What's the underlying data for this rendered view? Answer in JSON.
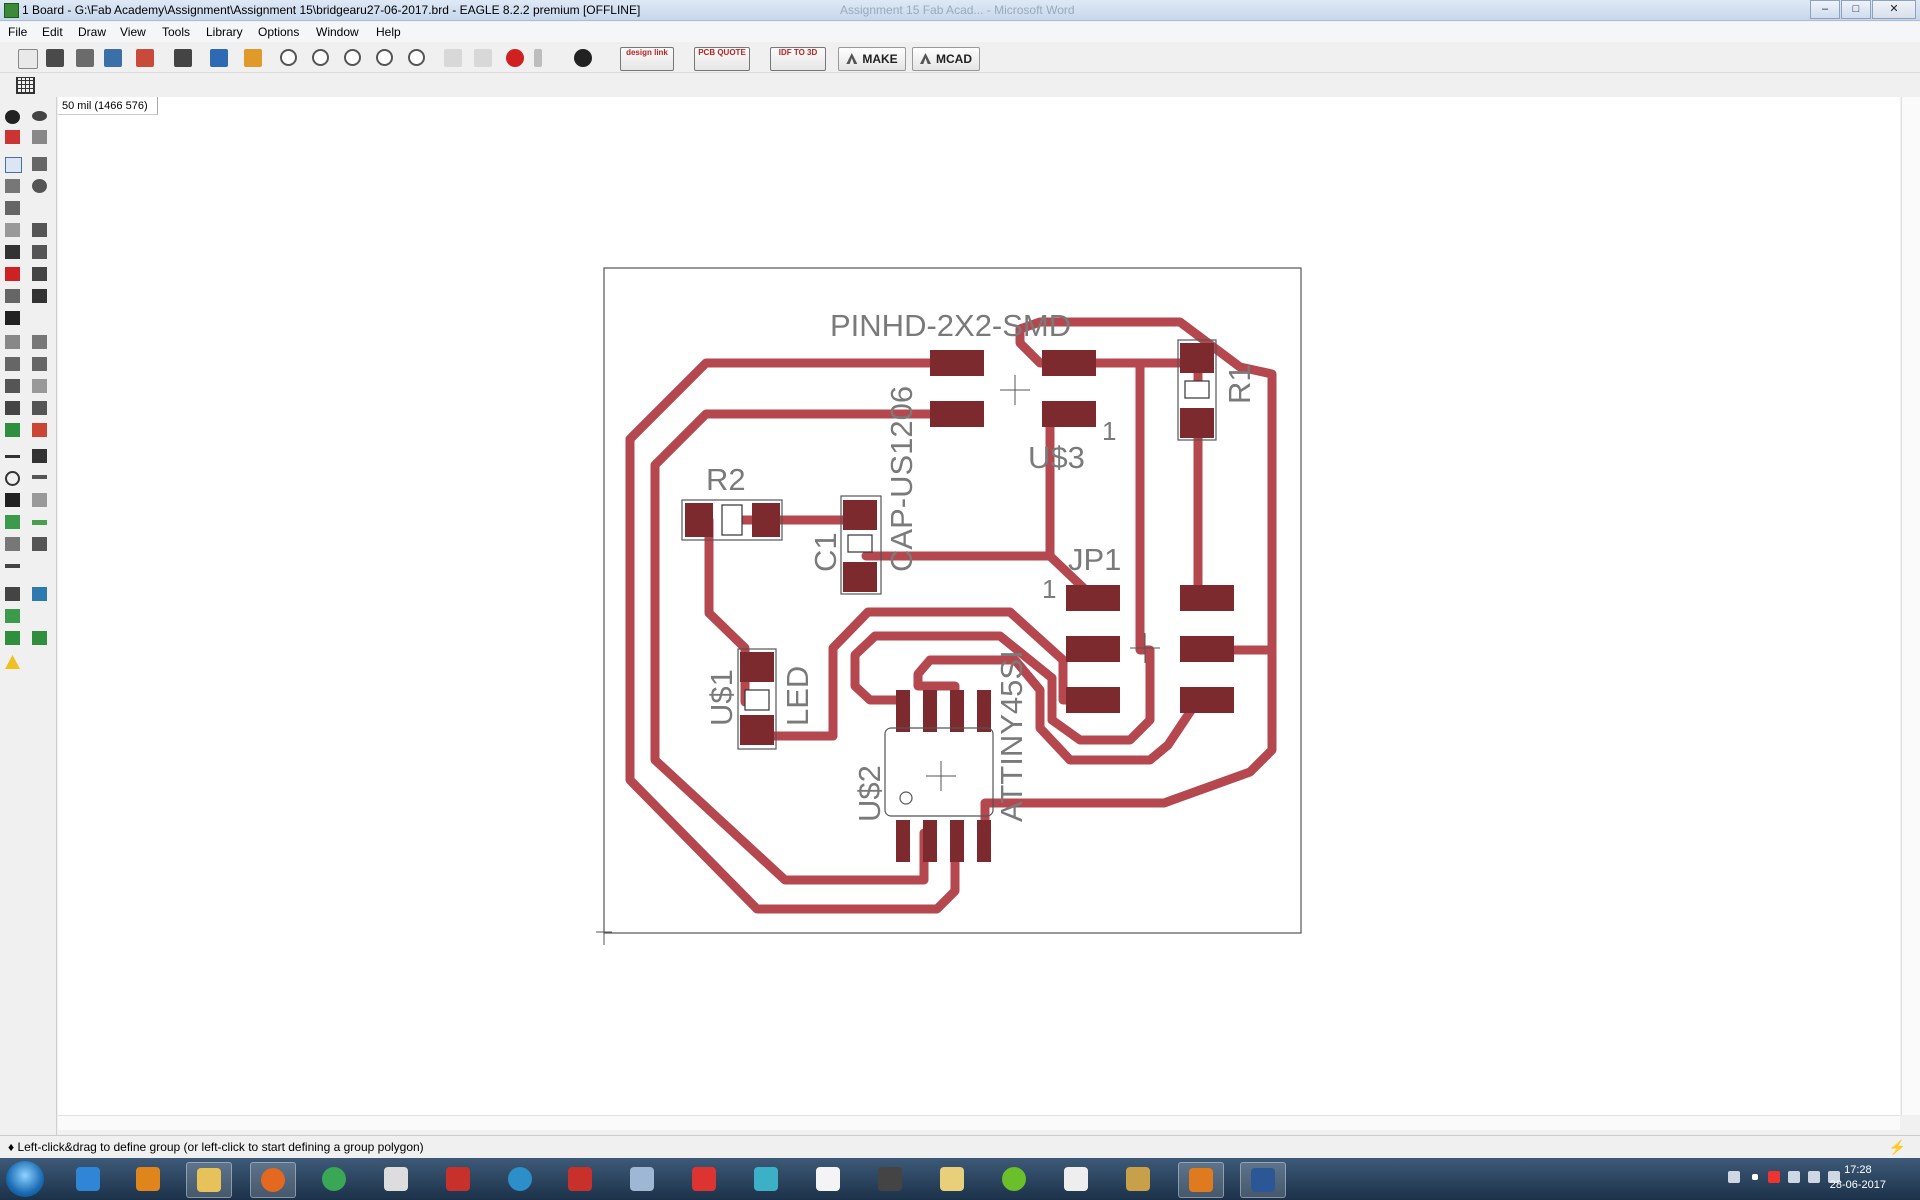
{
  "window": {
    "title": "1 Board - G:\\Fab Academy\\Assignment\\Assignment 15\\bridgearu27-06-2017.brd - EAGLE 8.2.2 premium [OFFLINE]",
    "ghost_title": "Assignment 15 Fab Acad... - Microsoft Word",
    "controls": {
      "minimize": "–",
      "maximize": "□",
      "close": "✕"
    }
  },
  "menu": [
    "File",
    "Edit",
    "Draw",
    "View",
    "Tools",
    "Library",
    "Options",
    "Window",
    "Help"
  ],
  "toolbar": {
    "badges": {
      "design_link": "design link",
      "pcb_quote": "PCB QUOTE",
      "idf": "IDF TO 3D"
    },
    "make_label": "MAKE",
    "mcad_label": "MCAD"
  },
  "coordinates": "50 mil (1466 576)",
  "board": {
    "labels": {
      "pinhd": "PINHD-2X2-SMD",
      "r1": "R1",
      "us3": "U$3",
      "us3_pin": "1",
      "r2": "R2",
      "c1": "C1",
      "cap": "CAP-US1206",
      "jp1": "JP1",
      "jp1_pin": "1",
      "us1": "U$1",
      "led": "LED",
      "us2": "U$2",
      "attiny": "ATTINY45SI"
    },
    "colors": {
      "trace": "#b5474e",
      "pad": "#7d2a2f",
      "outline": "#555555",
      "text": "#777777"
    }
  },
  "status": {
    "message": "♦ Left-click&drag to define group (or left-click to start defining a group polygon)"
  },
  "taskbar": {
    "clock_time": "17:28",
    "clock_date": "28-06-2017"
  }
}
